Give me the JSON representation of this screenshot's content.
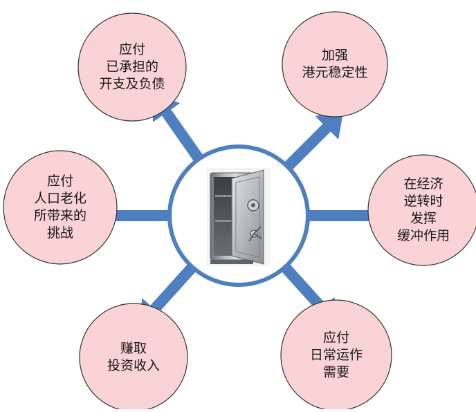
{
  "colors": {
    "bubble_fill": "#f9d3d5",
    "bubble_stroke": "#333333",
    "arrow": "#4e7fc0",
    "center_ring": "#4e7fc0",
    "text": "#1a1a1a"
  },
  "center": {
    "image": "safe-icon"
  },
  "nodes": [
    {
      "id": "top-left",
      "lines": [
        "应付",
        "已承担的",
        "开支及负债"
      ]
    },
    {
      "id": "top-right",
      "lines": [
        "加强",
        "港元稳定性"
      ]
    },
    {
      "id": "left",
      "lines": [
        "应付",
        "人口老化",
        "所带来的",
        "挑战"
      ]
    },
    {
      "id": "right",
      "lines": [
        "在经济",
        "逆转时",
        "发挥",
        "缓冲作用"
      ]
    },
    {
      "id": "bottom-left",
      "lines": [
        "赚取",
        "投资收入"
      ]
    },
    {
      "id": "bottom-right",
      "lines": [
        "应付",
        "日常运作",
        "需要"
      ]
    }
  ]
}
